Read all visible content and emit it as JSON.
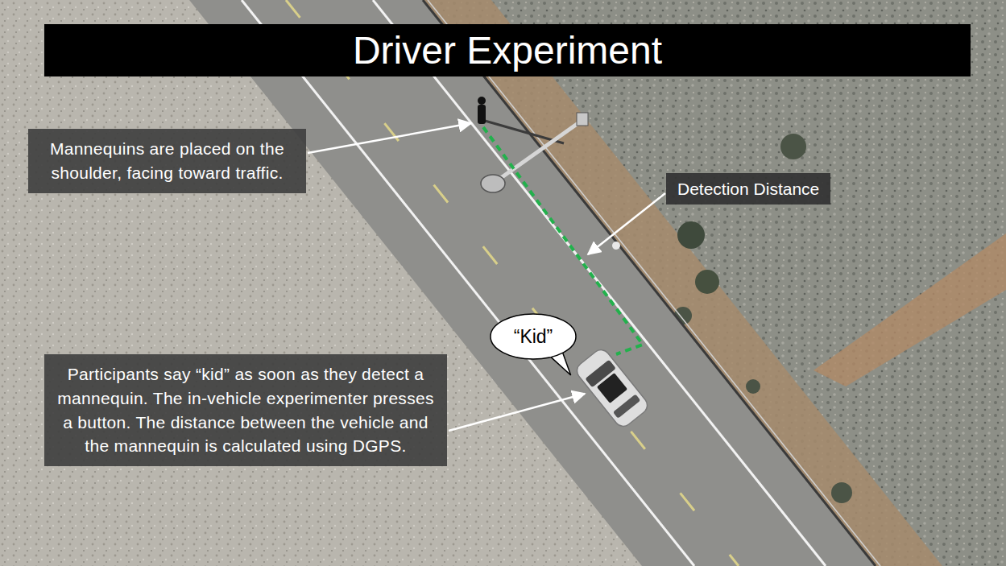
{
  "diagram": {
    "title": "Driver Experiment",
    "nodes": [
      {
        "text": [
          "Mannequins are placed on the shoulder, facing toward traffic."
        ]
      },
      {
        "text": [
          "Detection Distance"
        ]
      },
      {
        "text": [
          "“Kid”"
        ]
      },
      {
        "text": [
          "Participants say “kid” as soon as they detect a mannequin. The in-vehicle experimenter presses a button. The distance between the vehicle and the mannequin is calculated using DGPS."
        ]
      }
    ]
  }
}
